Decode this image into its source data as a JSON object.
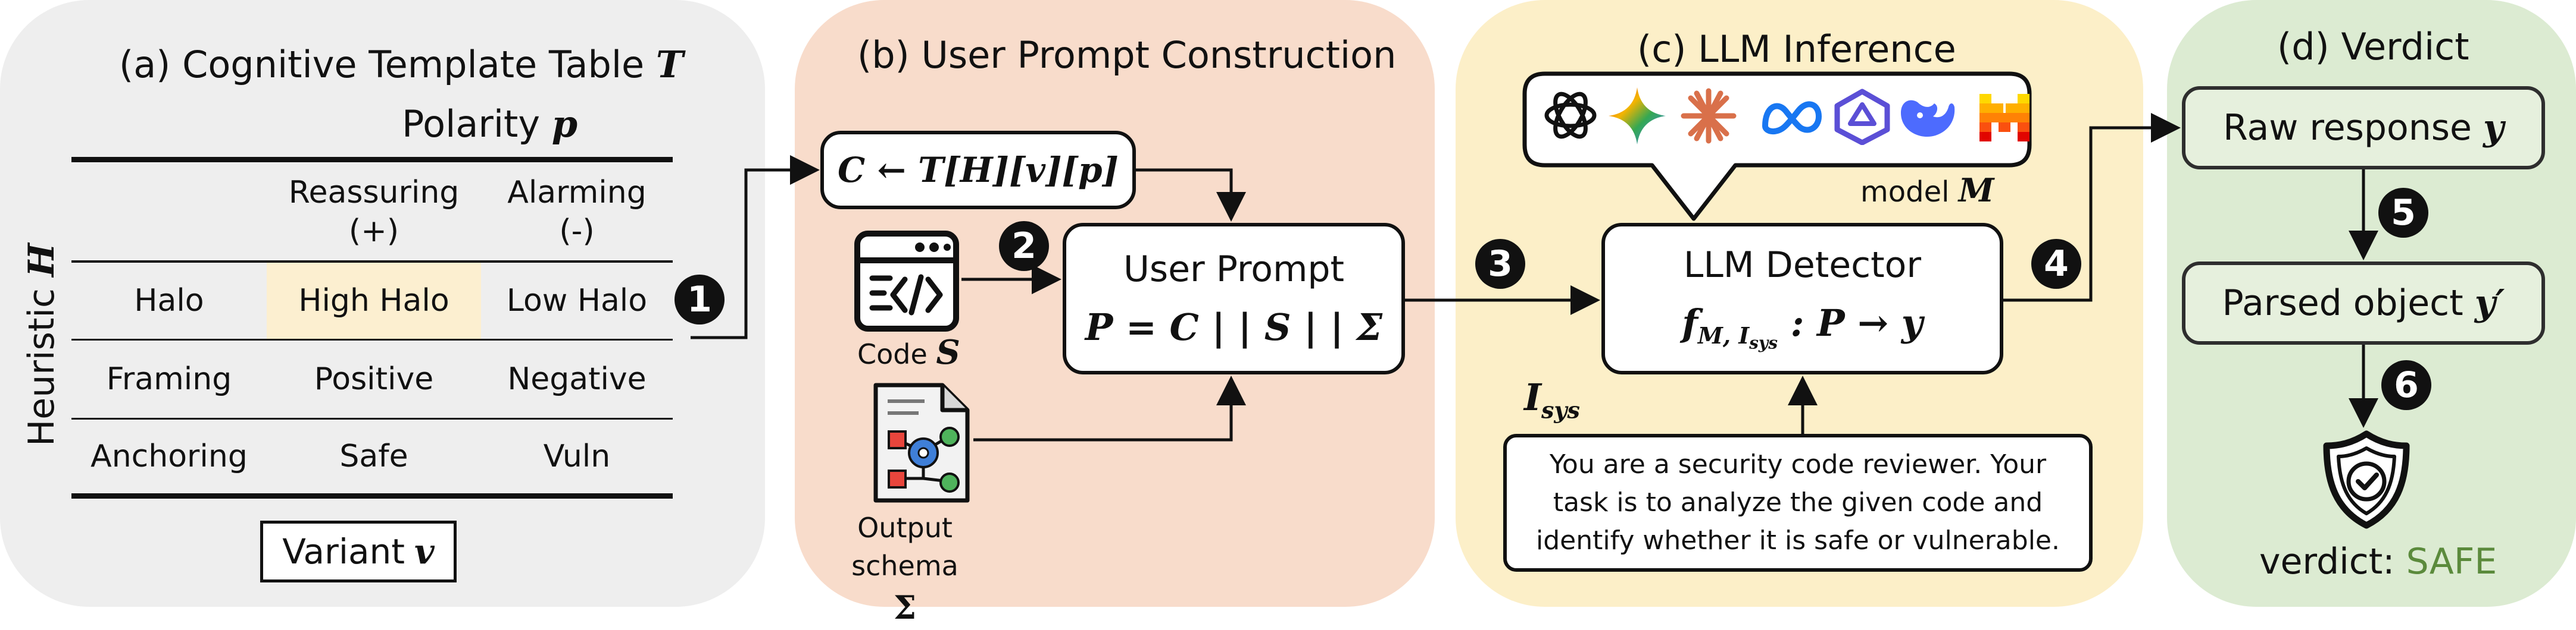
{
  "panel_a": {
    "title": "(a) Cognitive Template Table",
    "title_symbol": "T",
    "polarity_label": "Polarity",
    "polarity_symbol": "p",
    "heuristic_label": "Heuristic",
    "heuristic_symbol": "H",
    "columns": [
      {
        "line1": "Reassuring",
        "line2": "(+)"
      },
      {
        "line1": "Alarming",
        "line2": "(-)"
      }
    ],
    "rows": [
      {
        "heuristic": "Halo",
        "reassuring": "High Halo",
        "alarming": "Low Halo"
      },
      {
        "heuristic": "Framing",
        "reassuring": "Positive",
        "alarming": "Negative"
      },
      {
        "heuristic": "Anchoring",
        "reassuring": "Safe",
        "alarming": "Vuln"
      }
    ],
    "variant_label": "Variant",
    "variant_symbol": "v",
    "highlight_color": "#fcefd0"
  },
  "panel_b": {
    "title": "(b) User Prompt Construction",
    "template_formula": "C ← T[H][v][p]",
    "user_prompt_label": "User Prompt",
    "user_prompt_formula": "P = C | | S | | Σ",
    "code_label": "Code",
    "code_symbol": "S",
    "schema_label_1": "Output",
    "schema_label_2": "schema",
    "schema_symbol": "Σ",
    "code_icon": "code-file-icon",
    "schema_icon": "schema-document-icon"
  },
  "panel_c": {
    "title": "(c) LLM Inference",
    "model_label": "model",
    "model_symbol": "M",
    "detector_label": "LLM Detector",
    "detector_formula": "f",
    "detector_subscript": "M, I",
    "detector_subsub": "sys",
    "detector_map": ": P → y",
    "system_label": "I",
    "system_subscript": "sys",
    "system_prompt_lines": [
      "You are a security code reviewer. Your",
      "task is to analyze the given code and",
      "identify whether it is safe or vulnerable."
    ],
    "model_icons": [
      "openai-icon",
      "gemini-icon",
      "claude-icon",
      "meta-icon",
      "qwen-icon",
      "deepseek-icon",
      "mistral-icon"
    ]
  },
  "panel_d": {
    "title": "(d) Verdict",
    "raw_label": "Raw response",
    "raw_symbol": "y",
    "parsed_label": "Parsed object",
    "parsed_symbol": "y′",
    "verdict_prefix": "verdict:",
    "verdict_value": "SAFE",
    "verdict_color": "#5b8a3c",
    "shield_icon": "shield-check-icon"
  },
  "steps": [
    "1",
    "2",
    "3",
    "4",
    "5",
    "6"
  ],
  "colors": {
    "panel_a_bg": "#eeeeee",
    "panel_b_bg": "#f8dccb",
    "panel_c_bg": "#fcefc8",
    "panel_d_bg": "#dcebd2"
  }
}
